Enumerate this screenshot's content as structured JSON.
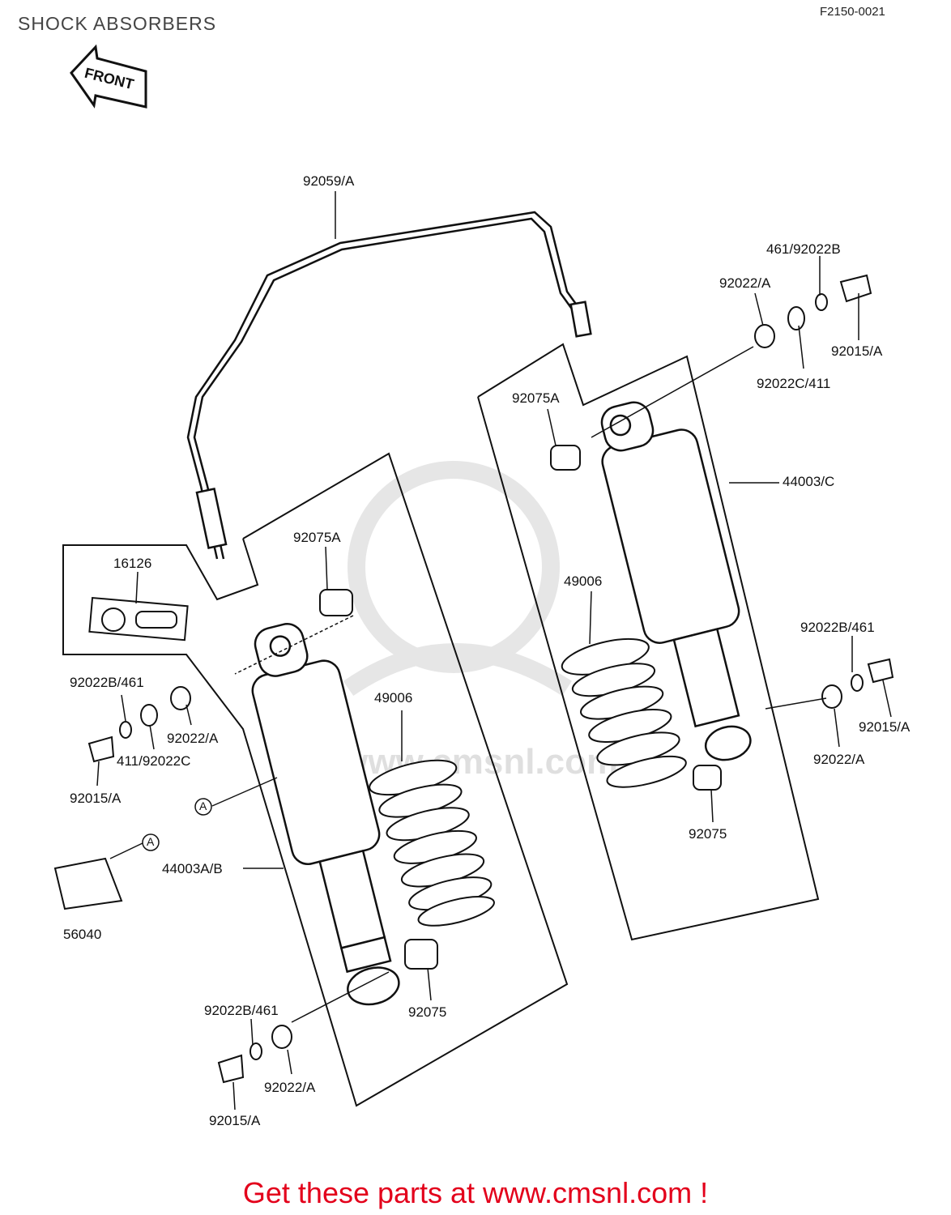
{
  "header": {
    "title": "SHOCK ABSORBERS",
    "drawing_code": "F2150-0021",
    "front_arrow_label": "FRONT"
  },
  "callouts": {
    "hose": "92059/A",
    "right_cap_nut_combo": "461/92022B",
    "right_top_washer": "92022/A",
    "right_top_nut": "92015/A",
    "right_top_washer_combo": "92022C/411",
    "right_top_collar": "92075A",
    "right_shock": "44003/C",
    "right_spring": "49006",
    "right_bottom_washer_combo": "92022B/461",
    "right_bottom_nut": "92015/A",
    "right_bottom_washer": "92022/A",
    "right_bottom_collar": "92075",
    "left_top_collar": "92075A",
    "adjuster_kit": "16126",
    "left_top_washer_combo": "92022B/461",
    "left_top_washer": "92022/A",
    "left_top_washer_combo2": "411/92022C",
    "left_top_nut": "92015/A",
    "left_spring": "49006",
    "left_shock": "44003A/B",
    "label_part": "56040",
    "left_bottom_collar": "92075",
    "left_bottom_washer_combo": "92022B/461",
    "left_bottom_washer": "92022/A",
    "left_bottom_nut": "92015/A",
    "ref_a1": "A",
    "ref_a2": "A"
  },
  "watermark": {
    "text": "www.cmsnl.com"
  },
  "footer": {
    "text": "Get these parts at www.cmsnl.com !"
  }
}
